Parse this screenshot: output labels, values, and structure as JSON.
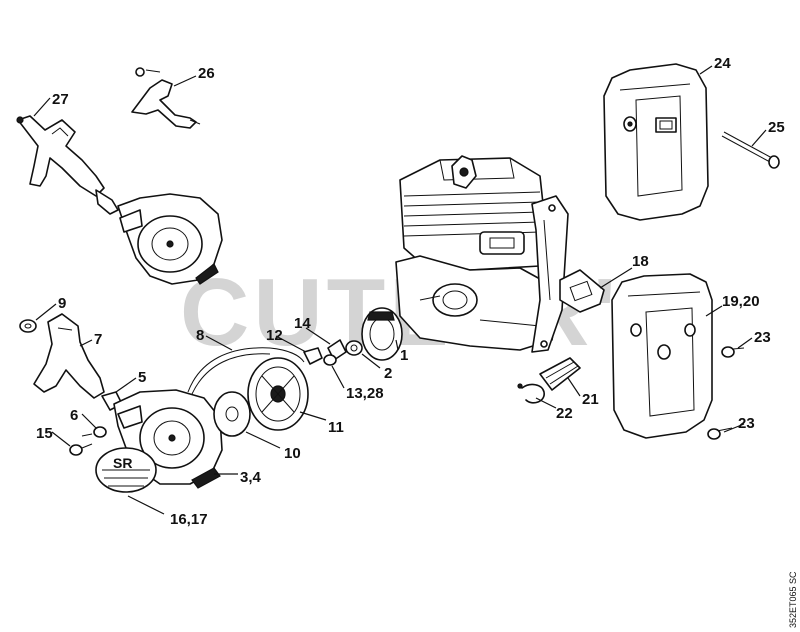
{
  "watermark": "CUTLER'S",
  "reference_code": "352ET065 SC",
  "callouts": [
    {
      "id": "c24",
      "text": "24"
    },
    {
      "id": "c25",
      "text": "25"
    },
    {
      "id": "c26",
      "text": "26"
    },
    {
      "id": "c27",
      "text": "27"
    },
    {
      "id": "c18",
      "text": "18"
    },
    {
      "id": "c1920",
      "text": "19,20"
    },
    {
      "id": "c23a",
      "text": "23"
    },
    {
      "id": "c23b",
      "text": "23"
    },
    {
      "id": "c21",
      "text": "21"
    },
    {
      "id": "c22",
      "text": "22"
    },
    {
      "id": "c9",
      "text": "9"
    },
    {
      "id": "c7",
      "text": "7"
    },
    {
      "id": "c8",
      "text": "8"
    },
    {
      "id": "c5",
      "text": "5"
    },
    {
      "id": "c6",
      "text": "6"
    },
    {
      "id": "c15",
      "text": "15"
    },
    {
      "id": "c12",
      "text": "12"
    },
    {
      "id": "c14",
      "text": "14"
    },
    {
      "id": "c1",
      "text": "1"
    },
    {
      "id": "c2",
      "text": "2"
    },
    {
      "id": "c1328",
      "text": "13,28"
    },
    {
      "id": "c11",
      "text": "11"
    },
    {
      "id": "c10",
      "text": "10"
    },
    {
      "id": "c34",
      "text": "3,4"
    },
    {
      "id": "c1617",
      "text": "16,17"
    }
  ]
}
